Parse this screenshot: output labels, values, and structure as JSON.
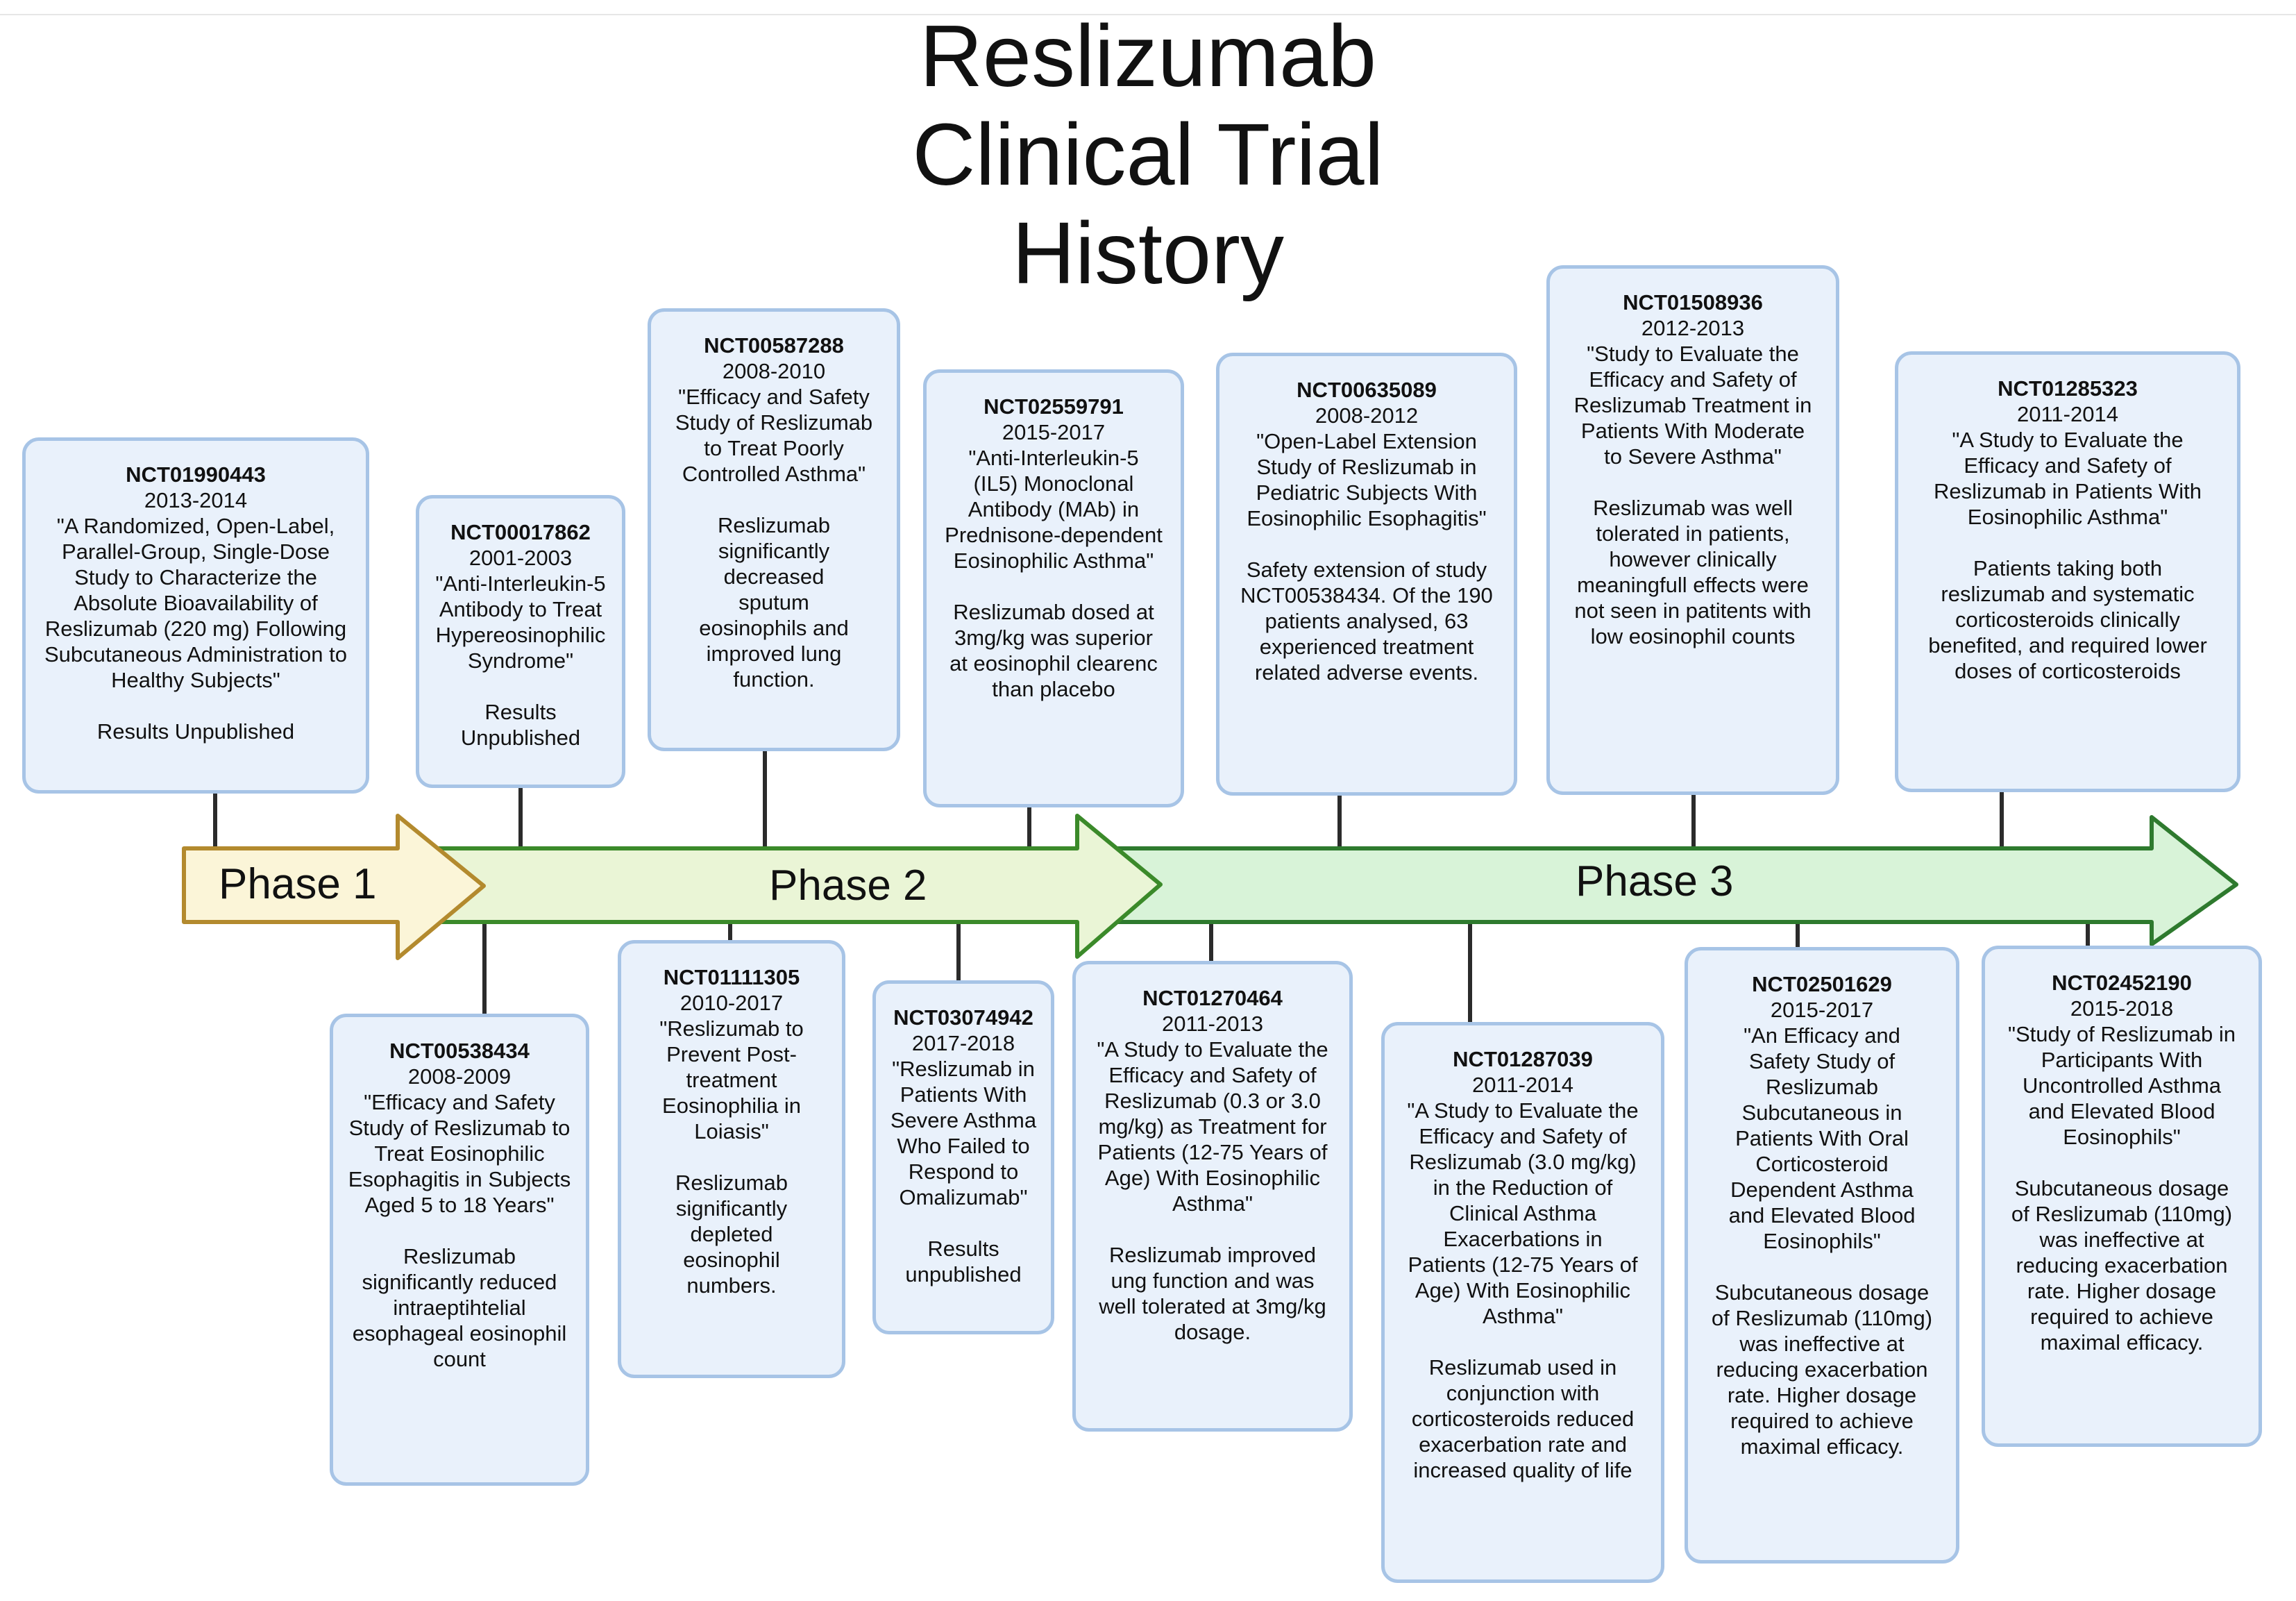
{
  "title_lines": [
    "Reslizumab",
    "Clinical Trial",
    "History"
  ],
  "phases": [
    {
      "label": "Phase 1",
      "fill": "#fbf5d8",
      "stroke": "#b38a2e"
    },
    {
      "label": "Phase 2",
      "fill": "#eaf5d6",
      "stroke": "#3b8a2a"
    },
    {
      "label": "Phase 3",
      "fill": "#d8f3d8",
      "stroke": "#2e7a2e"
    }
  ],
  "trials": [
    {
      "id": "NCT01990443",
      "years": "2013-2014",
      "title": "\"A Randomized, Open-Label, Parallel-Group, Single-Dose Study to Characterize the Absolute Bioavailability of Reslizumab (220 mg) Following Subcutaneous Administration to Healthy Subjects\"",
      "result": "Results Unpublished"
    },
    {
      "id": "NCT00017862",
      "years": "2001-2003",
      "title": "\"Anti-Interleukin-5 Antibody to Treat Hypereosinophilic Syndrome\"",
      "result": "Results Unpublished"
    },
    {
      "id": "NCT00587288",
      "years": "2008-2010",
      "title": "\"Efficacy and Safety Study of Reslizumab to Treat Poorly Controlled Asthma\"",
      "result": "Reslizumab significantly decreased sputum eosinophils and improved lung function."
    },
    {
      "id": "NCT02559791",
      "years": "2015-2017",
      "title": "\"Anti-Interleukin-5 (IL5) Monoclonal Antibody (MAb) in Prednisone-dependent Eosinophilic Asthma\"",
      "result": "Reslizumab dosed at 3mg/kg was superior at eosinophil clearenc than placebo"
    },
    {
      "id": "NCT00635089",
      "years": "2008-2012",
      "title": "\"Open-Label Extension Study of Reslizumab in Pediatric Subjects With Eosinophilic Esophagitis\"",
      "result": "Safety extension of study NCT00538434. Of the 190 patients analysed, 63 experienced treatment related adverse events."
    },
    {
      "id": "NCT01508936",
      "years": "2012-2013",
      "title": "\"Study to Evaluate the Efficacy and Safety of Reslizumab Treatment in Patients With Moderate to Severe Asthma\"",
      "result": "Reslizumab was well tolerated in patients, however clinically meaningfull effects were not seen in patitents with low eosinophil counts"
    },
    {
      "id": "NCT01285323",
      "years": "2011-2014",
      "title": "\"A Study to Evaluate the Efficacy and Safety of Reslizumab in Patients With Eosinophilic Asthma\"",
      "result": "Patients taking both reslizumab and systematic corticosteroids clinically benefited, and required lower doses of corticosteroids"
    },
    {
      "id": "NCT00538434",
      "years": "2008-2009",
      "title": "\"Efficacy and Safety Study of Reslizumab to Treat Eosinophilic Esophagitis in Subjects Aged 5 to 18 Years\"",
      "result": "Reslizumab significantly reduced intraeptihtelial esophageal eosinophil count"
    },
    {
      "id": "NCT01111305",
      "years": "2010-2017",
      "title": "\"Reslizumab to Prevent Post-treatment Eosinophilia in Loiasis\"",
      "result": "Reslizumab significantly depleted eosinophil numbers."
    },
    {
      "id": "NCT03074942",
      "years": "2017-2018",
      "title": "\"Reslizumab in Patients With Severe Asthma Who Failed to Respond to Omalizumab\"",
      "result": "Results unpublished"
    },
    {
      "id": "NCT01270464",
      "years": "2011-2013",
      "title": "\"A Study to Evaluate the Efficacy and Safety of Reslizumab (0.3 or 3.0 mg/kg) as Treatment for Patients (12-75 Years of Age) With Eosinophilic Asthma\"",
      "result": "Reslizumab improved ung function and was well tolerated at 3mg/kg dosage."
    },
    {
      "id": "NCT01287039",
      "years": "2011-2014",
      "title": "\"A Study to Evaluate the Efficacy and Safety of Reslizumab (3.0 mg/kg) in the Reduction of Clinical Asthma Exacerbations in Patients (12-75 Years of Age) With Eosinophilic Asthma\"",
      "result": "Reslizumab used in conjunction with corticosteroids reduced exacerbation rate and increased quality of life"
    },
    {
      "id": "NCT02501629",
      "years": "2015-2017",
      "title": "\"An Efficacy and Safety Study of Reslizumab Subcutaneous in Patients With Oral Corticosteroid Dependent Asthma and Elevated Blood Eosinophils\"",
      "result": "Subcutaneous dosage of Reslizumab (110mg) was ineffective at reducing exacerbation rate. Higher dosage required to achieve maximal efficacy."
    },
    {
      "id": "NCT02452190",
      "years": "2015-2018",
      "title": "\"Study of Reslizumab in Participants With Uncontrolled Asthma and Elevated Blood Eosinophils\"",
      "result": "Subcutaneous dosage of Reslizumab (110mg) was ineffective at reducing exacerbation rate. Higher dosage required to achieve maximal efficacy."
    }
  ]
}
